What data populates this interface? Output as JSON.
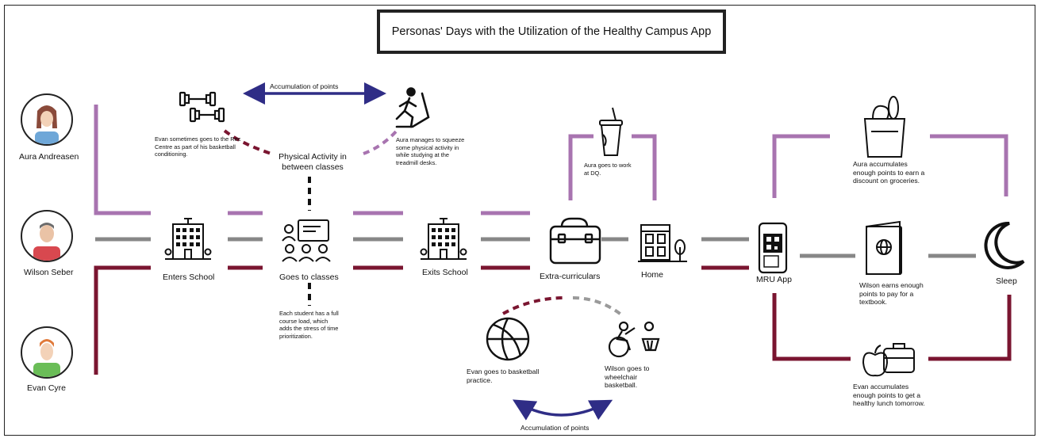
{
  "title": "Personas' Days with the Utilization of the Healthy Campus App",
  "colors": {
    "aura": "#a874b0",
    "wilson": "#878787",
    "evan": "#7a1530",
    "accumulation_arrow": "#2f2d86"
  },
  "personas": [
    {
      "name": "Aura Andreasen",
      "hair": "#8a4a3a",
      "shirt": "#6ea7d8"
    },
    {
      "name": "Wilson Seber",
      "hair": "#6c6c6c",
      "shirt": "#d8484f"
    },
    {
      "name": "Evan Cyre",
      "hair": "#e07a3a",
      "shirt": "#6abd57"
    }
  ],
  "stages": {
    "enters_school": "Enters School",
    "goes_to_classes": "Goes to classes",
    "exits_school": "Exits School",
    "extra_curriculars": "Extra-curriculars",
    "home": "Home",
    "mru_app": "MRU App",
    "sleep": "Sleep"
  },
  "physical_activity": {
    "label": "Physical Activity in between classes",
    "evan_note": "Evan sometimes goes to the Rec Centre as part of his basketball conditioning.",
    "aura_note": "Aura manages to squeeze some physical activity in while studying at the treadmill desks.",
    "accumulation": "Accumulation of points"
  },
  "classes_note": "Each student has a full course load, which adds the stress of time prioritization.",
  "aura_work_note": "Aura goes to work at DQ.",
  "extracurricular": {
    "evan_note": "Evan goes to basketball practice.",
    "wilson_note": "Wilson goes to wheelchair basketball.",
    "accumulation": "Accumulation of points"
  },
  "rewards": {
    "aura": "Aura accumulates enough points to earn a discount on groceries.",
    "wilson": "Wilson earns enough points to pay for a textbook.",
    "evan": "Evan accumulates enough points to get a healthy lunch tomorrow."
  },
  "icons": [
    "dumbbell-icon",
    "treadmill-icon",
    "building-icon",
    "classroom-icon",
    "backpack-icon",
    "drink-cup-icon",
    "house-icon",
    "phone-qr-icon",
    "groceries-icon",
    "passport-book-icon",
    "moon-icon",
    "basketball-icon",
    "wheelchair-basketball-icon",
    "apple-lunchbox-icon"
  ]
}
